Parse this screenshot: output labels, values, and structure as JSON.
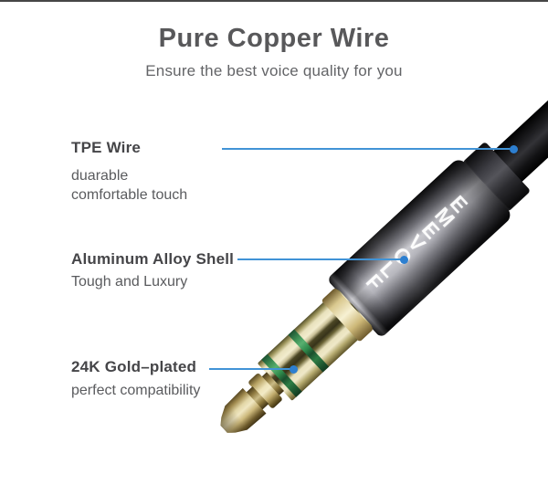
{
  "header": {
    "title": "Pure Copper Wire",
    "subtitle": "Ensure the best voice quality for you"
  },
  "annotations": {
    "tpe": {
      "title": "TPE Wire",
      "line1": "duarable",
      "line2": "comfortable touch"
    },
    "aluminum": {
      "title": "Aluminum Alloy Shell",
      "line1": "Tough and Luxury"
    },
    "gold": {
      "title": "24K Gold–plated",
      "line1": "perfect compatibility"
    }
  },
  "product": {
    "brand": "FLOVEME",
    "type_description": "3.5mm aux audio jack with black cable"
  },
  "colors": {
    "accent_blue_line": "#4193D6",
    "accent_blue_dot": "#2D7FD0",
    "title_text": "#58585A",
    "label_text": "#454548",
    "body_text": "#5A5B5E",
    "gold_highlight": "#F2ECCE",
    "gold_shadow": "#55412C",
    "insulator_ring_green": "#2F8A4B",
    "shell_gunmetal": "#77777E",
    "cable_black": "#121214",
    "background": "#FFFFFF",
    "top_border": "#262626"
  }
}
